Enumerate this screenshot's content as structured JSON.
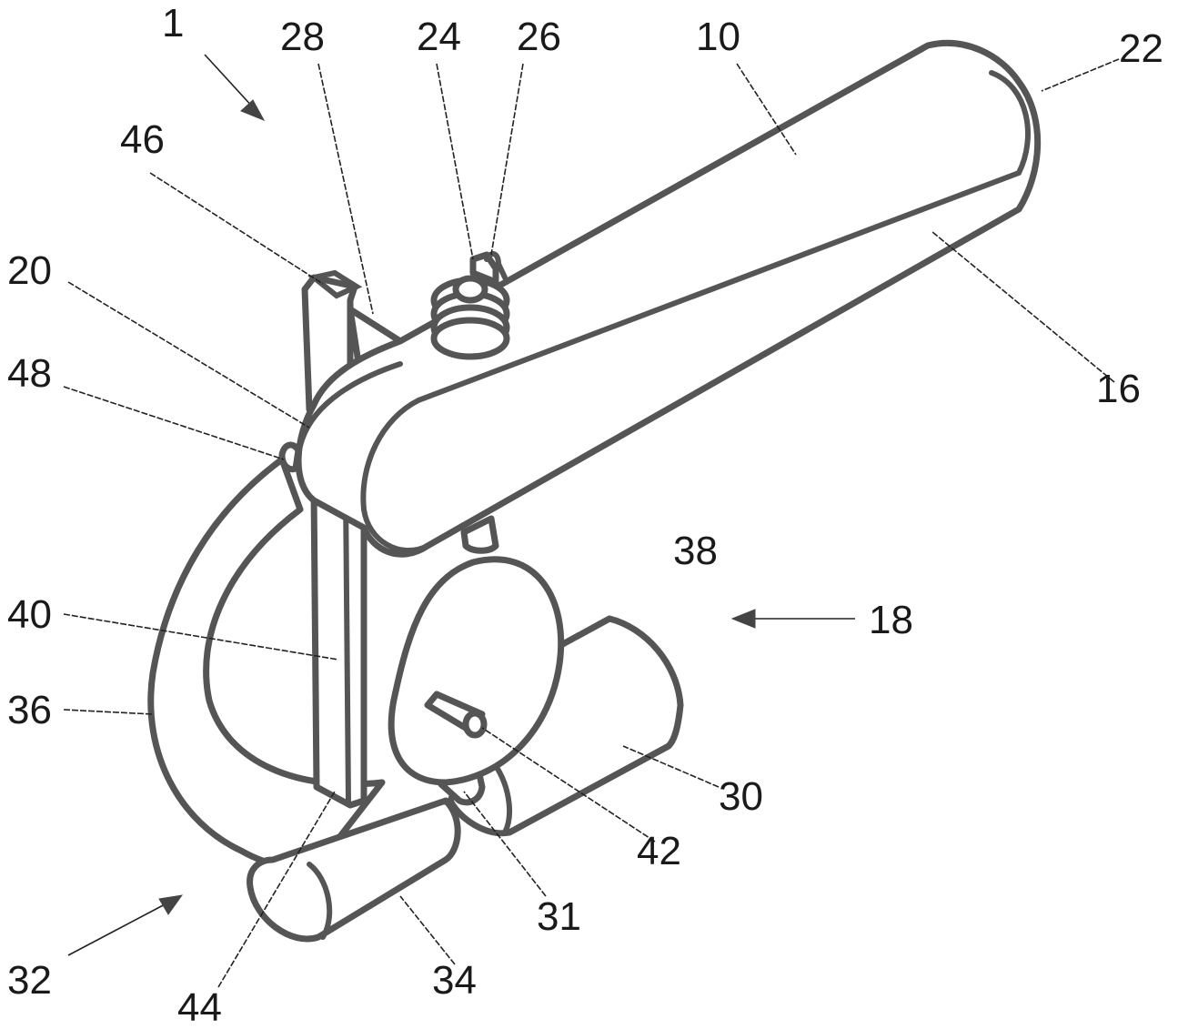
{
  "figure": {
    "reference_numerals": {
      "assembly": "1",
      "arm": "10",
      "arm_surface": "16",
      "assembly_direction": "18",
      "elbow": "20",
      "arm_end": "22",
      "spring": "24",
      "spring_end": "26",
      "bracket": "28",
      "cylinder": "30",
      "small_stub": "31",
      "lower_direction": "32",
      "lower_cylinder": "34",
      "curved_plate": "36",
      "disc": "38",
      "rod": "40",
      "pin": "42",
      "rod_end": "44",
      "rod_top": "46",
      "notch": "48"
    }
  }
}
